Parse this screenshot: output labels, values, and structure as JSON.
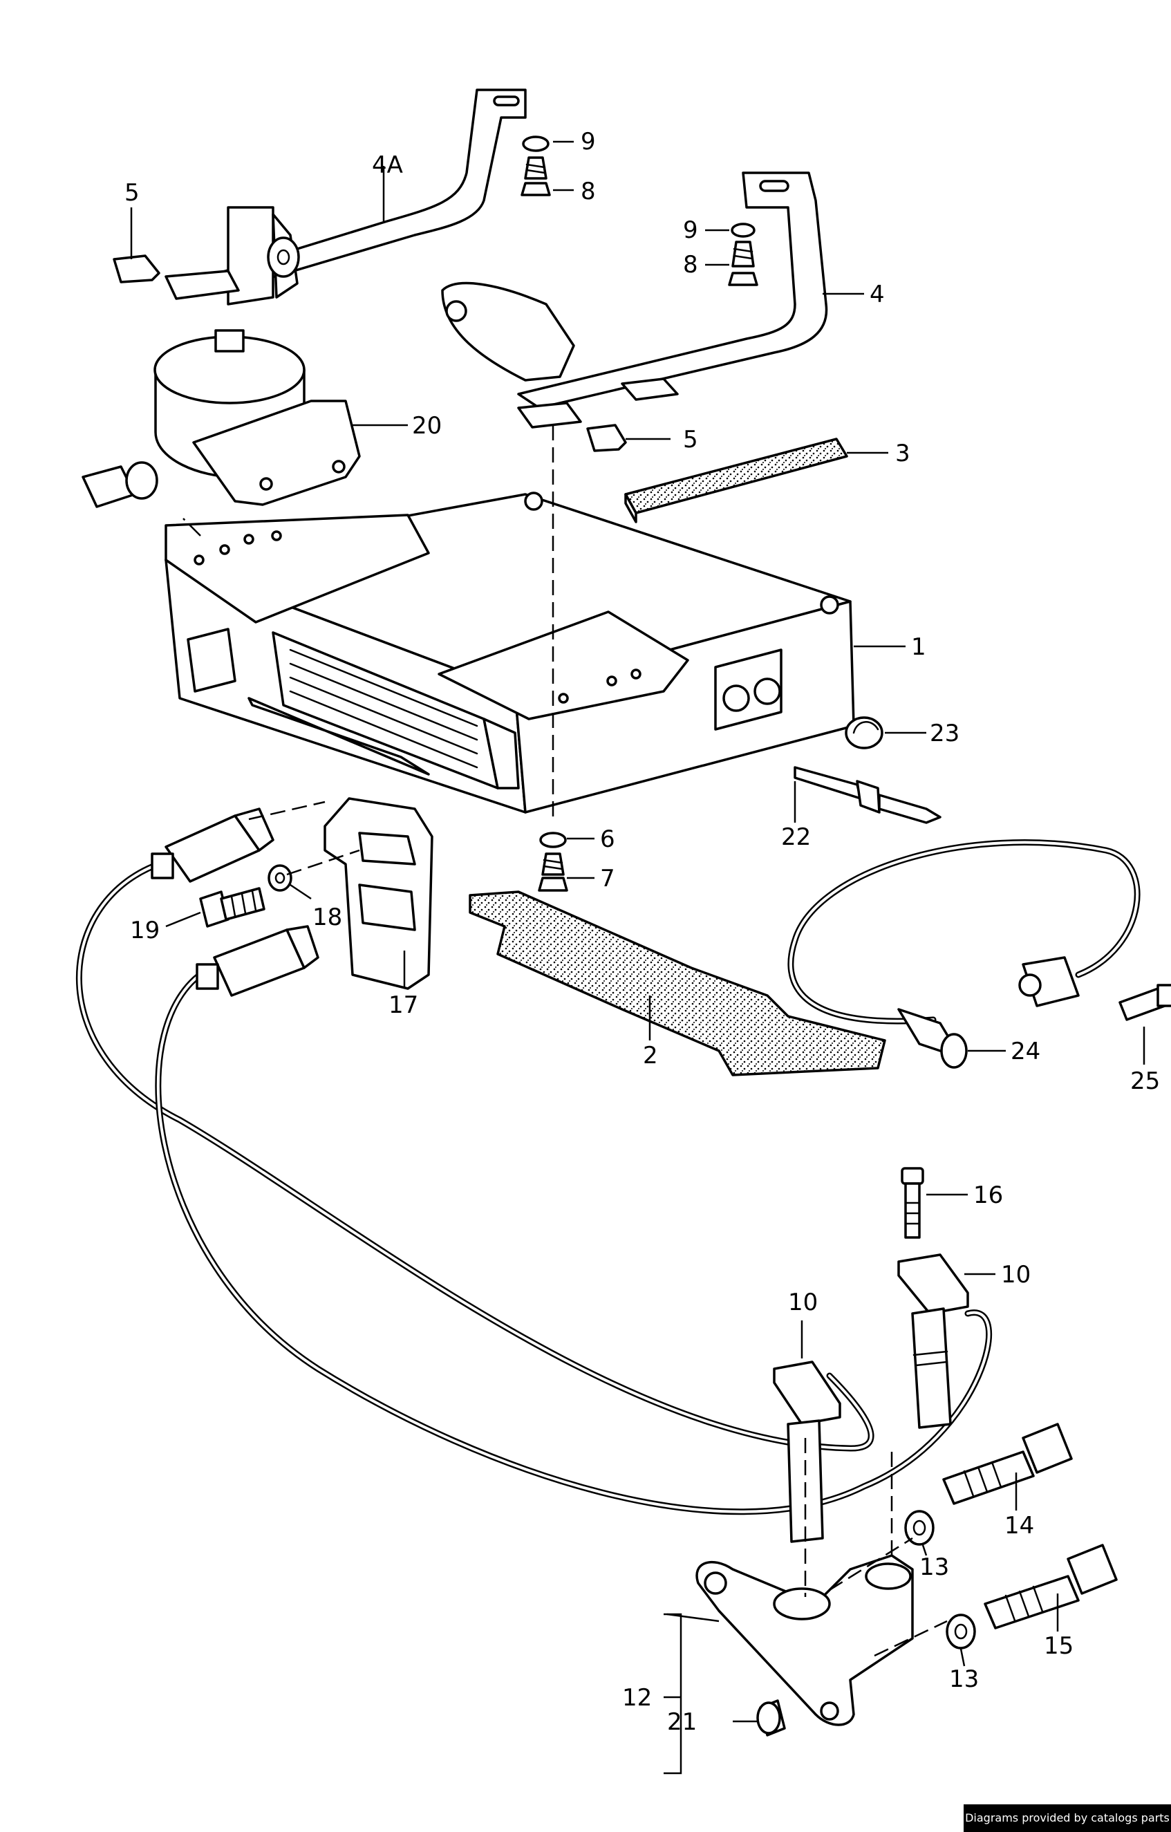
{
  "callouts": [
    {
      "id": "c-4a",
      "label": "4A"
    },
    {
      "id": "c-9a",
      "label": "9"
    },
    {
      "id": "c-8a",
      "label": "8"
    },
    {
      "id": "c-5a",
      "label": "5"
    },
    {
      "id": "c-9b",
      "label": "9"
    },
    {
      "id": "c-8b",
      "label": "8"
    },
    {
      "id": "c-4",
      "label": "4"
    },
    {
      "id": "c-20",
      "label": "20"
    },
    {
      "id": "c-5b",
      "label": "5"
    },
    {
      "id": "c-3",
      "label": "3"
    },
    {
      "id": "c-1",
      "label": "1"
    },
    {
      "id": "c-23",
      "label": "23"
    },
    {
      "id": "c-22",
      "label": "22"
    },
    {
      "id": "c-6",
      "label": "6"
    },
    {
      "id": "c-7",
      "label": "7"
    },
    {
      "id": "c-18",
      "label": "18"
    },
    {
      "id": "c-19",
      "label": "19"
    },
    {
      "id": "c-17",
      "label": "17"
    },
    {
      "id": "c-2",
      "label": "2"
    },
    {
      "id": "c-24",
      "label": "24"
    },
    {
      "id": "c-25",
      "label": "25"
    },
    {
      "id": "c-16",
      "label": "16"
    },
    {
      "id": "c-10a",
      "label": "10"
    },
    {
      "id": "c-10b",
      "label": "10"
    },
    {
      "id": "c-14",
      "label": "14"
    },
    {
      "id": "c-13a",
      "label": "13"
    },
    {
      "id": "c-15",
      "label": "15"
    },
    {
      "id": "c-13b",
      "label": "13"
    },
    {
      "id": "c-12",
      "label": "12"
    },
    {
      "id": "c-21",
      "label": "21"
    }
  ],
  "credit_text": "Diagrams provided by catalogs parts"
}
